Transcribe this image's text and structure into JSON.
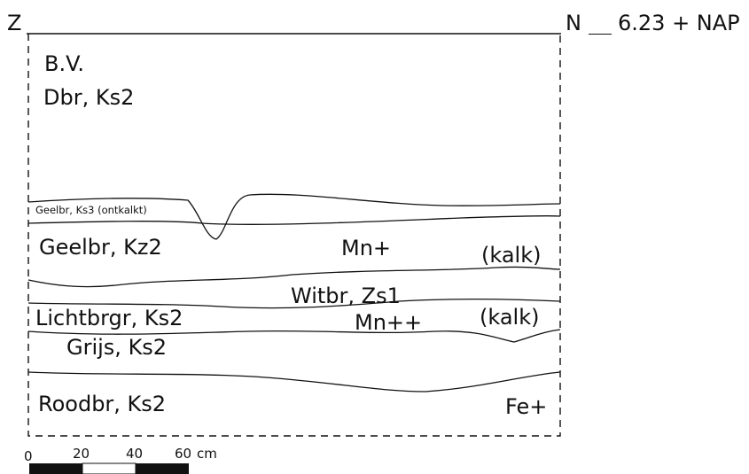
{
  "header": {
    "left_label": "Z",
    "right_label": "N",
    "elevation": "6.23 + NAP"
  },
  "layers": {
    "topsoil_code": "B.V.",
    "topsoil_desc": "Dbr, Ks2",
    "thin_layer": "Geelbr, Ks3 (ontkalkt)",
    "layer2": "Geelbr, Kz2",
    "layer2_mn": "Mn+",
    "layer2_kalk": "(kalk)",
    "layer3": "Witbr, Zs1",
    "layer4": "Lichtbrgr, Ks2",
    "layer4_mn": "Mn++",
    "layer4_kalk": "(kalk)",
    "layer5": "Grijs, Ks2",
    "layer6": "Roodbr, Ks2",
    "layer6_fe": "Fe+"
  },
  "scale_bar": {
    "ticks": [
      "0",
      "20",
      "40",
      "60"
    ],
    "unit": "cm"
  }
}
